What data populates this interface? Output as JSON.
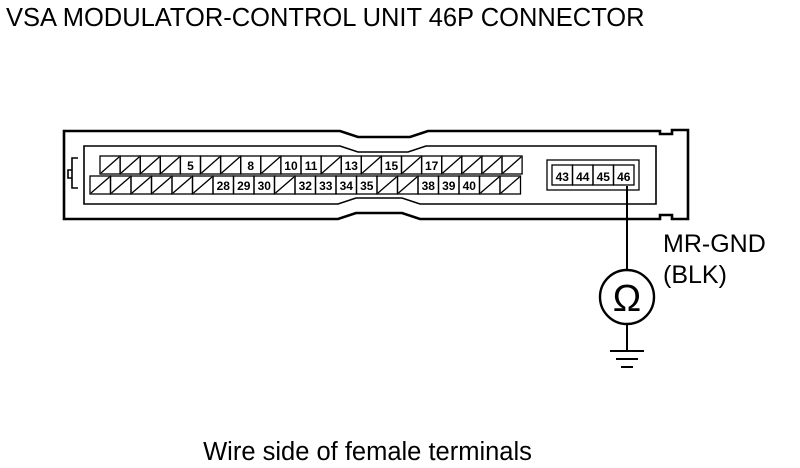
{
  "title": "VSA MODULATOR-CONTROL UNIT 46P CONNECTOR",
  "caption": "Wire side of female terminals",
  "wire": {
    "name": "MR-GND",
    "color_code": "(BLK)"
  },
  "meter_symbol": "Ω",
  "connector": {
    "row1": [
      "",
      "",
      "",
      "",
      "5",
      "",
      "",
      "8",
      "",
      "10",
      "11",
      "",
      "13",
      "",
      "15",
      "",
      "17",
      "",
      "",
      "",
      ""
    ],
    "row2": [
      "",
      "",
      "",
      "",
      "",
      "",
      "28",
      "29",
      "30",
      "",
      "32",
      "33",
      "34",
      "35",
      "",
      "",
      "38",
      "39",
      "40",
      "",
      ""
    ],
    "side_block": [
      "43",
      "44",
      "45",
      "46"
    ]
  },
  "colors": {
    "line": "#000000",
    "background": "#ffffff"
  }
}
